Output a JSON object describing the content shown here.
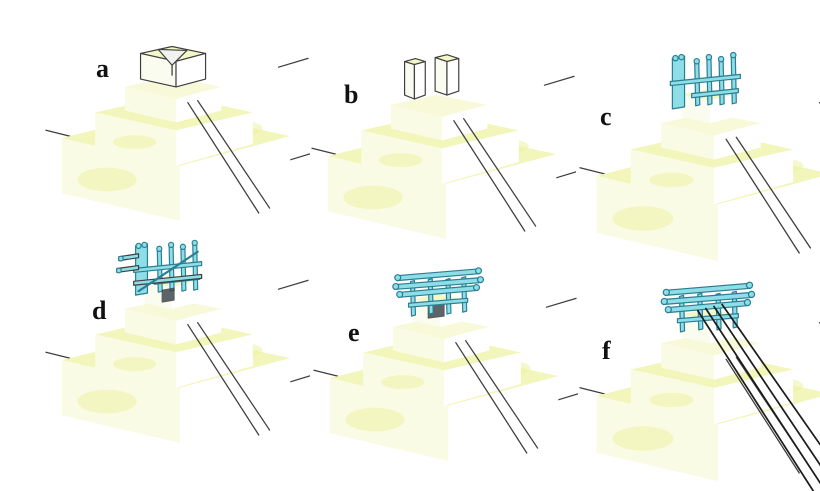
{
  "figure": {
    "panels": [
      {
        "label": "a"
      },
      {
        "label": "b"
      },
      {
        "label": "c"
      },
      {
        "label": "d"
      },
      {
        "label": "e"
      },
      {
        "label": "f"
      }
    ],
    "colors": {
      "background": "#ffffff",
      "sketch_line": "#3f3f3f",
      "surface_yellow": "#f2f6bb",
      "surface_light": "#fafbe4",
      "surface_white": "#ffffff",
      "blotch_yellow": "#ecf29e",
      "block_yellow": "#f4f7c8",
      "scaffold_cyan": "#8edee8",
      "scaffold_stroke": "#2b7f93",
      "cable_dark": "#1c1c1c"
    }
  }
}
